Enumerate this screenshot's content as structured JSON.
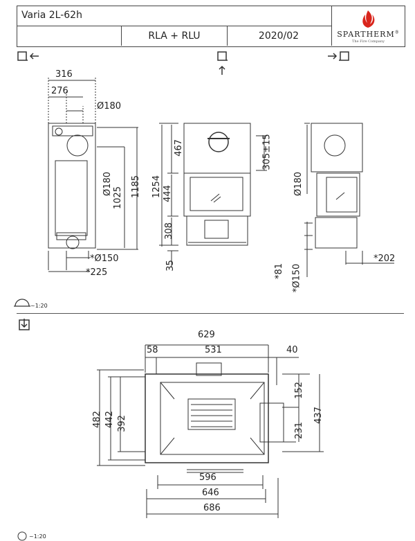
{
  "header": {
    "model": "Varia 2L-62h",
    "variant": "RLA + RLU",
    "date": "2020/02",
    "brand": "SPARTHERM",
    "brand_reg": "®",
    "brand_tagline": "The Fire Company"
  },
  "side_left": {
    "d316": "316",
    "d276": "276",
    "d180": "Ø180",
    "d180v": "Ø180",
    "d1025": "1025",
    "d1185": "1185",
    "d150": "*Ø150",
    "d225": "*225"
  },
  "front": {
    "d467": "467",
    "d1254": "1254",
    "d444": "444",
    "d308": "308",
    "d305": "305±15",
    "d35": "35"
  },
  "side_right": {
    "d180": "Ø180",
    "d81": "*81",
    "d150": "*Ø150",
    "d202": "*202"
  },
  "scale": {
    "top": "~1:20",
    "bottom": "~1:20"
  },
  "plan": {
    "d629": "629",
    "d58": "58",
    "d531": "531",
    "d40": "40",
    "d482": "482",
    "d442": "442",
    "d392": "392",
    "d152": "152",
    "d231": "231",
    "d437": "437",
    "d596": "596",
    "d646": "646",
    "d686": "686"
  },
  "icons": {
    "left_view": "view-left-arrow-icon",
    "front_view": "view-front-arrow-icon",
    "right_view": "view-right-arrow-icon",
    "top_view": "view-top-arrow-icon",
    "scale": "scale-icon",
    "flame": "flame-icon"
  }
}
